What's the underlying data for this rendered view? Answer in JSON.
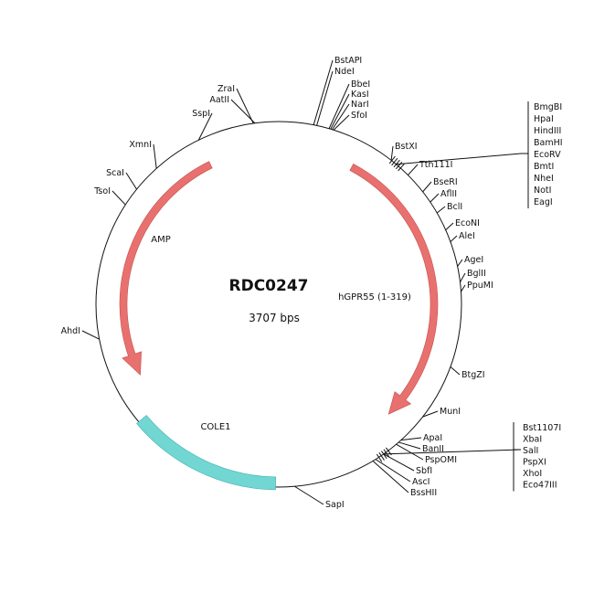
{
  "plasmid": {
    "name": "RDC0247",
    "size_label": "3707 bps"
  },
  "colors": {
    "arrow": "#e8716f",
    "arrow_stroke": "#c44f4d",
    "cole1": "#72d6d3",
    "cole1_stroke": "#3fb3b0",
    "line": "#111111"
  },
  "features": [
    {
      "name": "AMP",
      "type": "arrow",
      "start_deg": 334,
      "end_deg": 243,
      "direction": "ccw"
    },
    {
      "name": "hGPR55 (1-319)",
      "type": "arrow",
      "start_deg": 28,
      "end_deg": 135,
      "direction": "cw"
    },
    {
      "name": "COLE1",
      "type": "block",
      "start_deg": 181,
      "end_deg": 230
    }
  ],
  "sites": [
    {
      "name": "BstAPI",
      "deg": 11,
      "side": "right"
    },
    {
      "name": "NdeI",
      "deg": 12,
      "side": "right"
    },
    {
      "name": "BbeI",
      "deg": 16,
      "side": "right"
    },
    {
      "name": "KasI",
      "deg": 16.5,
      "side": "right"
    },
    {
      "name": "NarI",
      "deg": 17,
      "side": "right"
    },
    {
      "name": "SfoI",
      "deg": 17.5,
      "side": "right"
    },
    {
      "name": "BstXI",
      "deg": 38,
      "side": "right"
    },
    {
      "name": "Tth111I",
      "deg": 45,
      "side": "right"
    },
    {
      "name": "BseRI",
      "deg": 52,
      "side": "right"
    },
    {
      "name": "AflII",
      "deg": 56,
      "side": "right"
    },
    {
      "name": "BclI",
      "deg": 60,
      "side": "right"
    },
    {
      "name": "EcoNI",
      "deg": 66,
      "side": "right"
    },
    {
      "name": "AleI",
      "deg": 70,
      "side": "right"
    },
    {
      "name": "AgeI",
      "deg": 78,
      "side": "right"
    },
    {
      "name": "BglII",
      "deg": 83,
      "side": "right"
    },
    {
      "name": "PpuMI",
      "deg": 86,
      "side": "right"
    },
    {
      "name": "BtgZI",
      "deg": 110,
      "side": "right"
    },
    {
      "name": "MunI",
      "deg": 128,
      "side": "right"
    },
    {
      "name": "ApaI",
      "deg": 138,
      "side": "right"
    },
    {
      "name": "BanII",
      "deg": 139,
      "side": "right"
    },
    {
      "name": "PspOMI",
      "deg": 140,
      "side": "right"
    },
    {
      "name": "SbfI",
      "deg": 145,
      "side": "right"
    },
    {
      "name": "AscI",
      "deg": 148,
      "side": "right"
    },
    {
      "name": "BssHII",
      "deg": 149,
      "side": "right"
    },
    {
      "name": "SapI",
      "deg": 175,
      "side": "right"
    },
    {
      "name": "AhdI",
      "deg": 259,
      "side": "left"
    },
    {
      "name": "TsoI",
      "deg": 303,
      "side": "left"
    },
    {
      "name": "ScaI",
      "deg": 309,
      "side": "left"
    },
    {
      "name": "XmnI",
      "deg": 318,
      "side": "left"
    },
    {
      "name": "SspI",
      "deg": 334,
      "side": "left"
    },
    {
      "name": "ZraI",
      "deg": 352,
      "side": "left"
    },
    {
      "name": "AatII",
      "deg": 352.5,
      "side": "left"
    }
  ],
  "site_groups": [
    {
      "deg": 40,
      "names": [
        "BmgBI",
        "HpaI",
        "HindIII",
        "BamHI",
        "EcoRV",
        "BmtI",
        "NheI",
        "NotI",
        "EagI"
      ]
    },
    {
      "deg": 145,
      "names": [
        "Bst1107I",
        "XbaI",
        "SalI",
        "PspXI",
        "XhoI",
        "Eco47III"
      ]
    }
  ]
}
